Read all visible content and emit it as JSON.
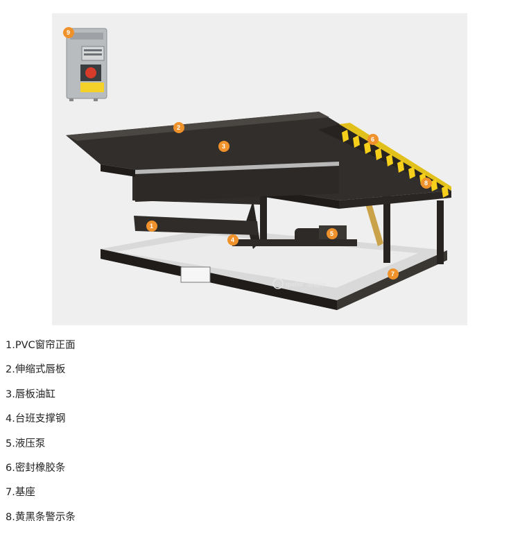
{
  "figure": {
    "brand": "spellor",
    "brand_cn": "斯佩乐",
    "callouts": [
      "1",
      "2",
      "3",
      "4",
      "5",
      "6",
      "7",
      "8",
      "9"
    ]
  },
  "legend": [
    "1.PVC窗帘正面",
    "2.伸缩式唇板",
    "3.唇板油缸",
    "4.台班支撑钢",
    "5.液压泵",
    "6.密封橡胶条",
    "7.基座",
    "8.黄黑条警示条"
  ],
  "colors": {
    "badge": "#f0922b",
    "frame": "#2b2825",
    "stripe_yellow": "#f5cf1a"
  }
}
